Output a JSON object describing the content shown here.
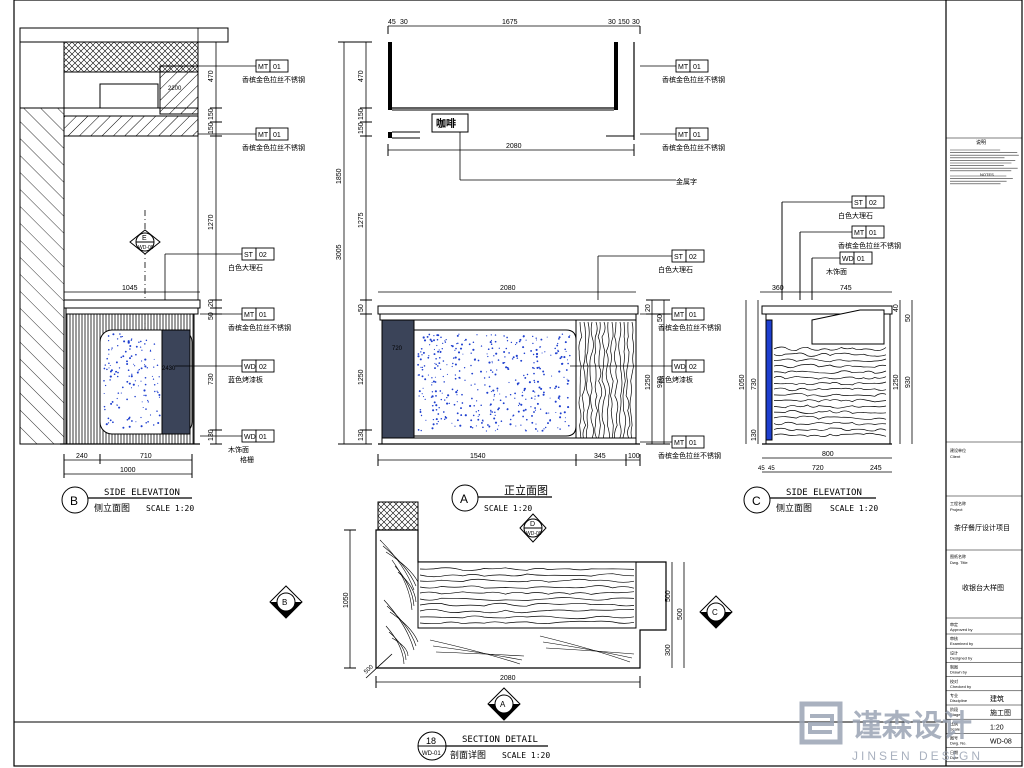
{
  "views": {
    "b": {
      "marker": "B",
      "title_en": "SIDE ELEVATION",
      "title_cn": "侧立面图",
      "scale": "SCALE 1:20",
      "dims_top": "1045",
      "dims_bottom": [
        "240",
        "710",
        "1000"
      ],
      "dims_right": [
        "470",
        "150",
        "150",
        "1270",
        "20",
        "50",
        "730",
        "130"
      ],
      "dim_inner": "2200",
      "dim_inner2": "2430",
      "section_tag": "E",
      "section_ref": "WD-09"
    },
    "a": {
      "marker": "A",
      "title_cn": "正立面图",
      "scale": "SCALE 1:20",
      "dims_top": [
        "45",
        "30",
        "1675",
        "30",
        "150",
        "30"
      ],
      "dim_width": "2080",
      "dim_width2": "2080",
      "dims_bottom": [
        "1540",
        "345",
        "100"
      ],
      "dims_left": [
        "470",
        "150",
        "150",
        "1275",
        "1850",
        "50",
        "1250",
        "130"
      ],
      "dim_overall": "3005",
      "dim_small": "720",
      "dims_right": [
        "20",
        "50",
        "1250",
        "930"
      ],
      "section_tag": "D",
      "section_ref": "WD-09"
    },
    "c": {
      "marker": "C",
      "title_en": "SIDE ELEVATION",
      "title_cn": "侧立面图",
      "scale": "SCALE 1:20",
      "dims_top": [
        "360",
        "745"
      ],
      "dims_bottom": [
        "45",
        "45",
        "720",
        "245"
      ],
      "dim_inner": "800",
      "dims_left": [
        "1050",
        "730",
        "130"
      ],
      "dims_right": [
        "40",
        "50",
        "1250",
        "930"
      ]
    },
    "section": {
      "number": "18",
      "ref": "WD-01",
      "title_en": "SECTION DETAIL",
      "title_cn": "剖面详图",
      "scale": "SCALE 1:20",
      "dim_width": "2080",
      "dim_left": "1050",
      "dims_right": [
        "500",
        "500",
        "300"
      ],
      "dim_diag": "500"
    }
  },
  "callouts": {
    "mt01": {
      "code": "MT",
      "num": "01",
      "text": "香槟金色拉丝不锈钢"
    },
    "st02": {
      "code": "ST",
      "num": "02",
      "text": "白色大理石"
    },
    "wd02": {
      "code": "WD",
      "num": "02",
      "text": "蓝色烤漆板"
    },
    "wd01": {
      "code": "WD",
      "num": "01",
      "text": "木饰面"
    },
    "wd01_b": {
      "code": "WD",
      "num": "01",
      "text": "木饰面",
      "text2": "格栅"
    },
    "metal_letters": "金属字",
    "logo_letters": "咖啡"
  },
  "title_block": {
    "notes_heading": "说明",
    "notes_en_heading": "NOTES",
    "project_label": "工程名称",
    "project_label_en": "Project",
    "project_name": "茶仔餐厅设计项目",
    "drawing_label": "图纸名称",
    "drawing_label_en": "Dwg. Title",
    "drawing_name": "收银台大样图",
    "approved": "审定",
    "approved_en": "Approved by",
    "examined": "审核",
    "examined_en": "Examined by",
    "designed": "设计",
    "designed_en": "Designed by",
    "drawn": "制图",
    "drawn_en": "Drawn by",
    "checked": "校对",
    "checked_en": "Checked by",
    "discipline_label": "专业",
    "discipline_label_en": "Discipline",
    "discipline": "建筑",
    "stage_label": "阶段",
    "stage_label_en": "Stage",
    "stage": "施工图",
    "scale_label": "比例",
    "scale_label_en": "Scale",
    "scale": "1:20",
    "number_label": "图号",
    "number_label_en": "Dwg. No.",
    "number": "WD-08",
    "date_label": "日期",
    "date_label_en": "Date",
    "seal_label": "建设单位",
    "seal_label_en": "Client"
  },
  "watermark": {
    "cn": "谨森设计",
    "en": "JINSEN  DESIGN"
  },
  "colors": {
    "line": "#000000",
    "panel_blue": "#3b4459",
    "speckle": "#1e3fcf",
    "watermark": "#9ba4b4"
  }
}
